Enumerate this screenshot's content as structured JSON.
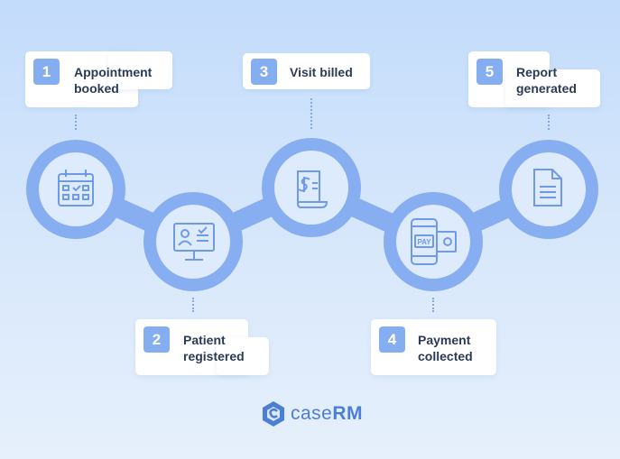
{
  "steps": [
    {
      "number": "1",
      "label": "Appointment\nbooked",
      "icon": "calendar-icon"
    },
    {
      "number": "2",
      "label": "Patient\nregistered",
      "icon": "monitor-profile-icon"
    },
    {
      "number": "3",
      "label": "Visit billed",
      "icon": "invoice-icon"
    },
    {
      "number": "4",
      "label": "Payment\ncollected",
      "icon": "mobile-pay-icon"
    },
    {
      "number": "5",
      "label": "Report\ngenerated",
      "icon": "document-icon"
    }
  ],
  "pay_text": "PAY",
  "brand": {
    "light": "case",
    "bold": "RM"
  },
  "colors": {
    "ring": "#87aef0",
    "inner": "#deebfd",
    "icon": "#6e9ae8",
    "badge": "#85aef0",
    "text": "#2b3a57"
  }
}
